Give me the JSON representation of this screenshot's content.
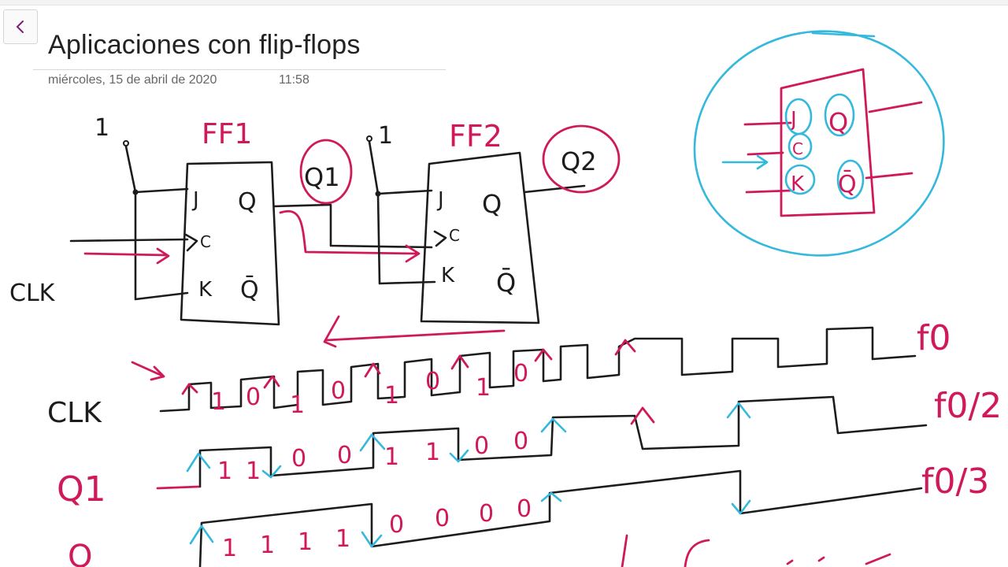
{
  "page": {
    "title": "Aplicaciones con flip-flops",
    "date": "miércoles, 15 de abril de 2020",
    "time": "11:58"
  },
  "nav": {
    "back_icon": "chevron-left-icon"
  },
  "handwriting": {
    "one_ff1": "1",
    "one_ff2": "1",
    "ff1_label": "FF1",
    "ff2_label": "FF2",
    "clk_label": "CLK",
    "q1_label": "Q1",
    "q2_label": "Q2",
    "pin_j": "J",
    "pin_k": "K",
    "pin_q": "Q",
    "pin_qbar": "Q̄",
    "pin_c": "C",
    "wave_clk": "CLK",
    "wave_q1": "Q1",
    "wave_q2": "Q",
    "freq_f0": "f0",
    "freq_f0_2": "f0/2",
    "freq_f0_3": "f0/3",
    "clk_digits": [
      "1",
      "0",
      "1",
      "0",
      "1",
      "0",
      "1",
      "0"
    ],
    "q1_digits": [
      "1",
      "1",
      "0",
      "0",
      "1",
      "1",
      "0",
      "0"
    ],
    "q2_digits": [
      "1",
      "1",
      "1",
      "1",
      "0",
      "0",
      "0",
      "0"
    ]
  },
  "colors": {
    "ink_black": "#1c1c1c",
    "ink_magenta": "#d0195b",
    "ink_cyan": "#34b9dc",
    "title_text": "#222222",
    "meta_text": "#666666"
  }
}
